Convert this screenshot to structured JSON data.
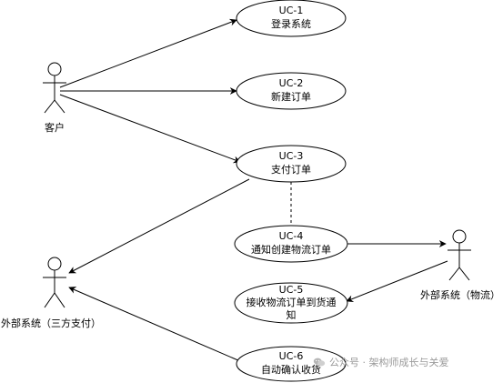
{
  "actors": {
    "customer": {
      "label": "客户"
    },
    "payment_system": {
      "label": "外部系统（三方支付）"
    },
    "logistics_system": {
      "label": "外部系统（物流）"
    }
  },
  "use_cases": {
    "uc1": {
      "id": "UC-1",
      "name": "登录系统"
    },
    "uc2": {
      "id": "UC-2",
      "name": "新建订单"
    },
    "uc3": {
      "id": "UC-3",
      "name": "支付订单"
    },
    "uc4": {
      "id": "UC-4",
      "name": "通知创建物流订单"
    },
    "uc5": {
      "id": "UC-5",
      "name_line1": "接收物流订单到货通",
      "name_line2": "知"
    },
    "uc6": {
      "id": "UC-6",
      "name": "自动确认收货"
    }
  },
  "watermark": {
    "text": "公众号 · 架构师成长与关爱",
    "icon": "wechat-icon"
  },
  "colors": {
    "stroke": "#000000",
    "fill": "#ffffff",
    "watermark": "#9a9a9a"
  }
}
